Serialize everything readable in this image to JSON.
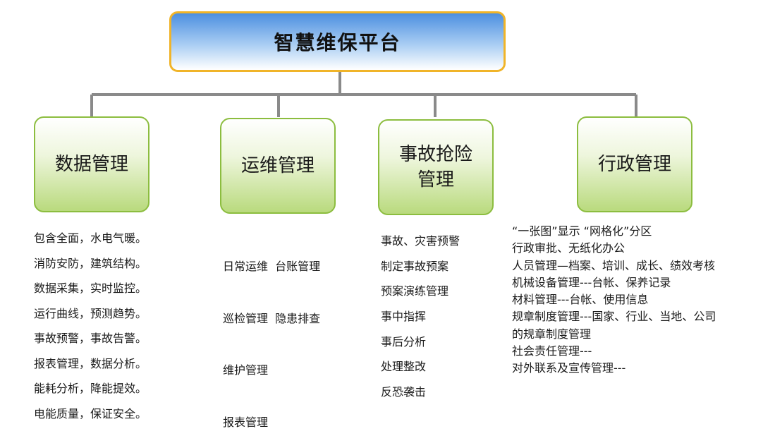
{
  "root": {
    "title": "智慧维保平台"
  },
  "categories": [
    {
      "title": "数据管理",
      "items": [
        "包含全面，水电气暖。",
        "消防安防，建筑结构。",
        "数据采集，实时监控。",
        "运行曲线，预测趋势。",
        "事故预警，事故告警。",
        "报表管理，数据分析。",
        "能耗分析，降能提效。",
        "电能质量，保证安全。"
      ]
    },
    {
      "title": "运维管理",
      "items": [
        "日常运维  台账管理",
        "巡检管理  隐患排查",
        "维护管理",
        "报表管理"
      ]
    },
    {
      "title": "事故抢险\n管理",
      "items": [
        "事故、灾害预警",
        "制定事故预案",
        "预案演练管理",
        "事中指挥",
        "事后分析",
        "处理整改",
        "反恐袭击"
      ]
    },
    {
      "title": "行政管理",
      "items": [
        "“一张图”显示 “网格化”分区",
        "行政审批、无纸化办公",
        "人员管理—档案、培训、成长、绩效考核",
        "机械设备管理---台帐、保养记录",
        "材料管理---台帐、使用信息",
        "规章制度管理---国家、行业、当地、公司",
        "的规章制度管理",
        "社会责任管理---",
        "对外联系及宣传管理---"
      ]
    }
  ],
  "colors": {
    "root_border": "#f0b429",
    "root_fill_top": "#4c8fe0",
    "category_border": "#8cbd3f",
    "category_fill_bottom": "#b9da7d",
    "connector": "#8a8a8a"
  }
}
